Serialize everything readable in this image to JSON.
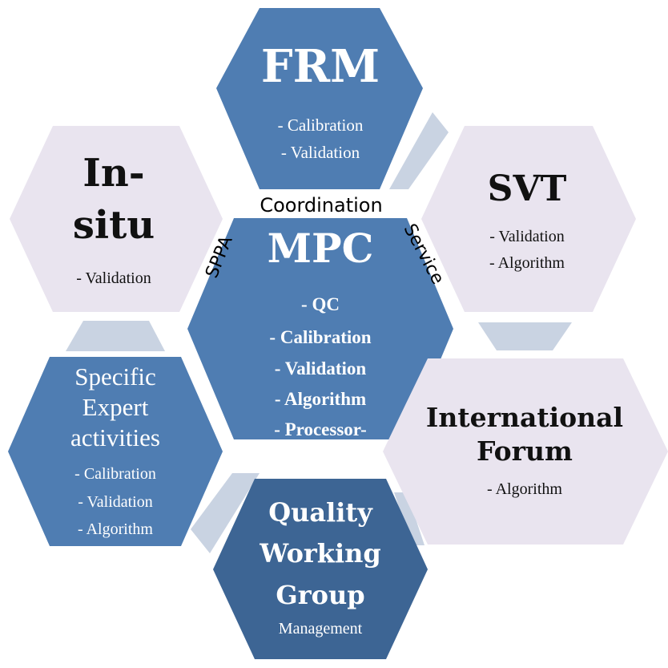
{
  "colors": {
    "blue": "#4f7db2",
    "dark_blue": "#3d6594",
    "lavender": "#e9e4ef",
    "connector": "#c9d3e2",
    "white_text": "#ffffff",
    "dark_text": "#111111"
  },
  "hexagons": {
    "frm": {
      "title": "FRM",
      "items": [
        "- Calibration",
        "- Validation"
      ]
    },
    "insitu": {
      "title_line1": "In-",
      "title_line2": "situ",
      "items": [
        "- Validation"
      ]
    },
    "svt": {
      "title": "SVT",
      "items": [
        "- Validation",
        "- Algorithm"
      ]
    },
    "mpc": {
      "title": "MPC",
      "items": [
        "- QC",
        "- Calibration",
        "- Validation",
        "- Algorithm",
        "- Processor-"
      ]
    },
    "specific": {
      "title_line1": "Specific",
      "title_line2": "Expert",
      "title_line3": "activities",
      "items": [
        "- Calibration",
        "- Validation",
        "- Algorithm"
      ]
    },
    "forum": {
      "title_line1": "International",
      "title_line2": "Forum",
      "items": [
        "- Algorithm"
      ]
    },
    "qwg": {
      "title_line1": "Quality",
      "title_line2": "Working",
      "title_line3": "Group",
      "items": [
        "Management"
      ]
    }
  },
  "labels": {
    "coordination": "Coordination",
    "sppa": "SPPA",
    "service": "Service"
  }
}
